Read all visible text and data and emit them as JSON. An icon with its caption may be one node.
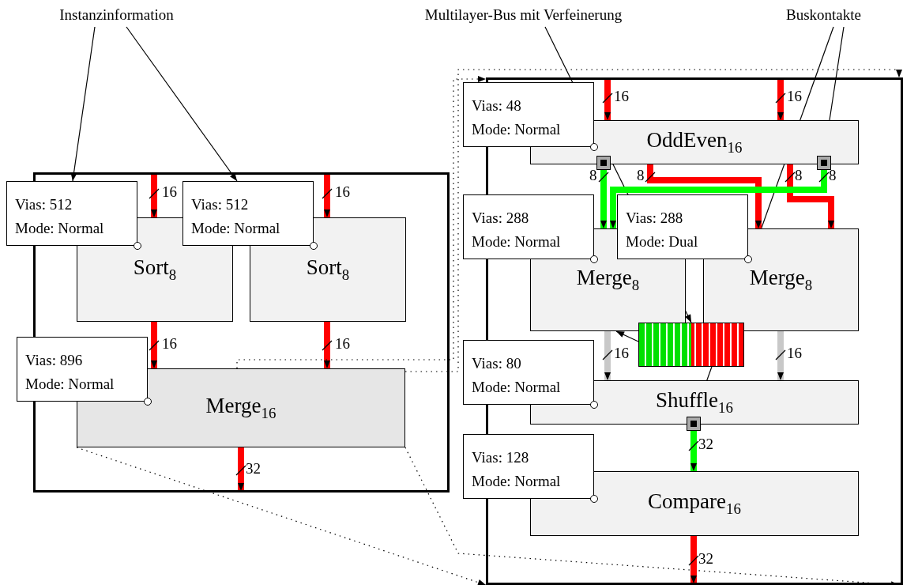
{
  "diagram": {
    "nodes": [
      {
        "text": [
          "Instanzinformation"
        ]
      },
      {
        "text": [
          "Multilayer-Bus mit Verfeinerung"
        ]
      },
      {
        "text": [
          "Buskontakte"
        ]
      },
      {
        "text": [],
        "shape": "box"
      },
      {
        "text": [
          "Vias: 512",
          "Mode: Normal"
        ]
      },
      {
        "text": [
          "Vias: 512",
          "Mode: Normal"
        ],
        "in": 3
      },
      {
        "text": [
          "Sort$_{8}$"
        ],
        "in": 3
      },
      {
        "text": [
          "Sort$_{8}$"
        ],
        "in": 3
      },
      {
        "text": [
          "Vias: 896",
          "Mode: Normal"
        ]
      },
      {
        "text": [
          "Merge$_{16}$"
        ],
        "in": 3
      },
      {
        "text": [],
        "shape": "box"
      },
      {
        "text": [
          "Vias: 48",
          "Mode: Normal"
        ]
      },
      {
        "text": [
          "OddEven$_{16}$"
        ],
        "in": 10
      },
      {
        "text": [
          "Vias: 288",
          "Mode: Normal"
        ]
      },
      {
        "text": [
          "Vias: 288",
          "Mode: Dual"
        ],
        "in": 10
      },
      {
        "text": [
          "Merge$_{8}$"
        ],
        "in": 10
      },
      {
        "text": [
          "Merge$_{8}$"
        ],
        "in": 10
      },
      {
        "text": [],
        "shape": "bar",
        "in": 10
      },
      {
        "text": [
          "Vias: 80",
          "Mode: Normal"
        ]
      },
      {
        "text": [
          "Shuffle$_{16}$"
        ],
        "in": 10
      },
      {
        "text": [
          "Vias: 128",
          "Mode: Normal"
        ]
      },
      {
        "text": [
          "Compare$_{16}$"
        ],
        "in": 10
      },
      {
        "text": [],
        "shape": "box",
        "in": 10
      },
      {
        "text": [],
        "shape": "box",
        "in": 10
      },
      {
        "text": [],
        "shape": "box",
        "in": 10
      }
    ],
    "edges": [
      {
        "from": 0,
        "to": 4,
        "arrow": "to"
      },
      {
        "from": 0,
        "to": 5,
        "arrow": "to"
      },
      {
        "from": 1,
        "to": 17,
        "arrow": "to"
      },
      {
        "from": 2,
        "to": 23,
        "arrow": "to"
      },
      {
        "from": 2,
        "to": 24,
        "arrow": "to"
      },
      {
        "from": null,
        "to": 6,
        "arrow": "to",
        "label": "16",
        "color": "#ff0000"
      },
      {
        "from": null,
        "to": 7,
        "arrow": "to",
        "label": "16",
        "color": "#ff0000"
      },
      {
        "from": 6,
        "to": 9,
        "arrow": "to",
        "label": "16",
        "color": "#ff0000"
      },
      {
        "from": 7,
        "to": 9,
        "arrow": "to",
        "label": "16",
        "color": "#ff0000"
      },
      {
        "from": 9,
        "to": null,
        "arrow": "to",
        "label": "32",
        "color": "#ff0000"
      },
      {
        "from": 9,
        "to": 10,
        "arrow": "to",
        "style": "dashed"
      },
      {
        "from": 9,
        "to": 10,
        "arrow": "to",
        "style": "dashed"
      },
      {
        "from": 9,
        "to": 10,
        "arrow": "to",
        "style": "dashed"
      },
      {
        "from": 9,
        "to": 10,
        "arrow": "to",
        "style": "dashed"
      },
      {
        "from": null,
        "to": 12,
        "arrow": "to",
        "label": "16",
        "color": "#ff0000"
      },
      {
        "from": null,
        "to": 12,
        "arrow": "to",
        "label": "16",
        "color": "#ff0000"
      },
      {
        "from": 22,
        "to": 15,
        "arrow": "to",
        "label": "8",
        "color": "#00ff00"
      },
      {
        "from": 12,
        "to": 16,
        "arrow": "to",
        "label": "8",
        "color": "#ff0000"
      },
      {
        "from": 12,
        "to": 16,
        "arrow": "to",
        "label": "8",
        "color": "#ff0000"
      },
      {
        "from": 23,
        "to": 15,
        "arrow": "to",
        "label": "8",
        "color": "#00ff00"
      },
      {
        "from": 17,
        "to": 15,
        "arrow": "to"
      },
      {
        "from": 15,
        "to": 19,
        "arrow": "to",
        "label": "16",
        "color": "#c8c8c8"
      },
      {
        "from": 16,
        "to": 19,
        "arrow": "to",
        "label": "16",
        "color": "#c8c8c8"
      },
      {
        "from": 24,
        "to": 21,
        "arrow": "to",
        "label": "32",
        "color": "#00ff00"
      },
      {
        "from": 21,
        "to": null,
        "arrow": "to",
        "label": "32",
        "color": "#ff0000"
      }
    ]
  }
}
